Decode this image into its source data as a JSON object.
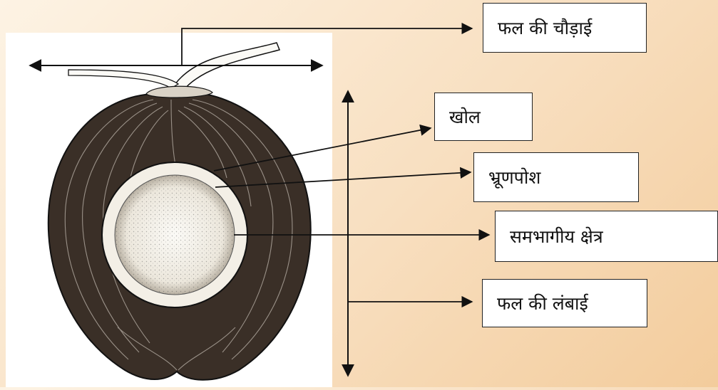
{
  "colors": {
    "line": "#111111",
    "label_background": "#ffffff",
    "illustration_background": "#ffffff",
    "husk_dark": "#2a221c",
    "endosperm_ring": "#f3efe6",
    "embryo_core": "#faf8f3"
  },
  "labels": {
    "fruit_width": "फल की चौड़ाई",
    "shell": "खोल",
    "endosperm": "भ्रूणपोश",
    "equatorial_zone": "समभागीय क्षेत्र",
    "fruit_length": "फल की लंबाई"
  }
}
